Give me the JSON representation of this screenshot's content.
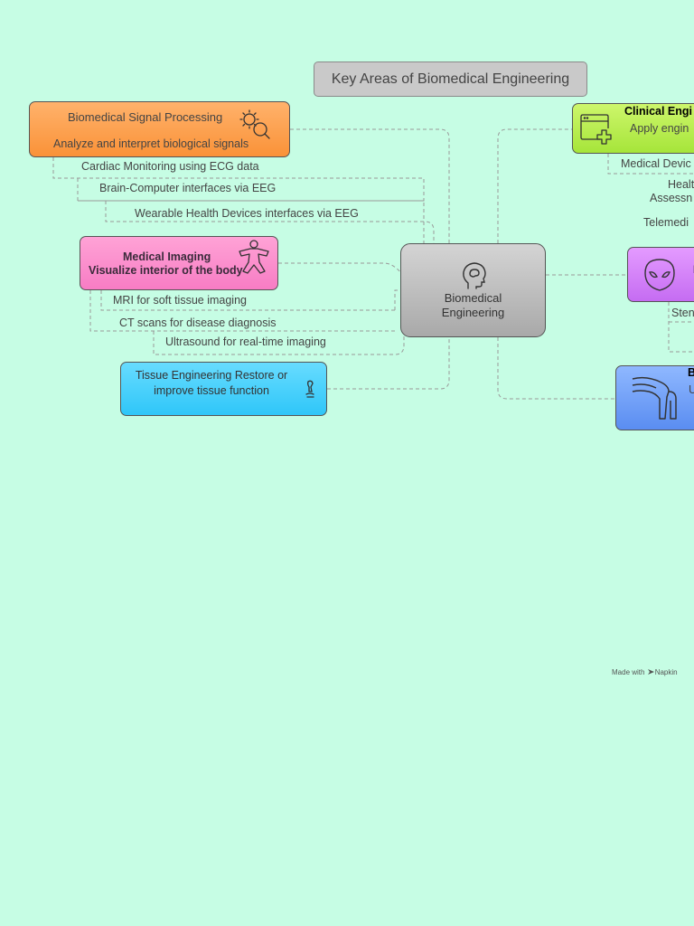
{
  "title": "Key Areas of Biomedical Engineering",
  "center": {
    "line1": "Biomedical",
    "line2": "Engineering",
    "icon": "brain-head-icon"
  },
  "signal_processing": {
    "title": "Biomedical Signal Processing",
    "description": "Analyze and interpret biological signals",
    "icon": "signal-analysis-icon",
    "color": "#fa9238",
    "items": [
      "Cardiac Monitoring using ECG data",
      "Brain-Computer interfaces via EEG",
      "Wearable Health Devices interfaces via EEG"
    ]
  },
  "medical_imaging": {
    "title": "Medical Imaging",
    "description": "Visualize interior of the body",
    "icon": "body-figure-icon",
    "color": "#f77cc4",
    "items": [
      "MRI for soft tissue imaging",
      "CT scans for disease diagnosis",
      "Ultrasound for real-time imaging"
    ]
  },
  "tissue_engineering": {
    "line1": "Tissue Engineering Restore or",
    "line2": "improve tissue function",
    "icon": "tissue-icon",
    "color": "#2fc6f8"
  },
  "clinical_engineering": {
    "title": "Clinical Engi",
    "description": "Apply engin",
    "icon": "medical-window-icon",
    "color": "#a6e53a",
    "items": [
      "Medical Devic",
      "Healt",
      "Assessn",
      "Telemedi"
    ]
  },
  "purple_node": {
    "icon": "alien-face-icon",
    "color": "#c56cf2",
    "items": [
      "Sten"
    ]
  },
  "blue_node": {
    "title": "B",
    "description": "U",
    "icon": "joint-bone-icon",
    "color": "#5a8df1"
  },
  "footer": {
    "text": "Made with",
    "brand": "Napkin",
    "icon": "napkin-logo-icon"
  }
}
